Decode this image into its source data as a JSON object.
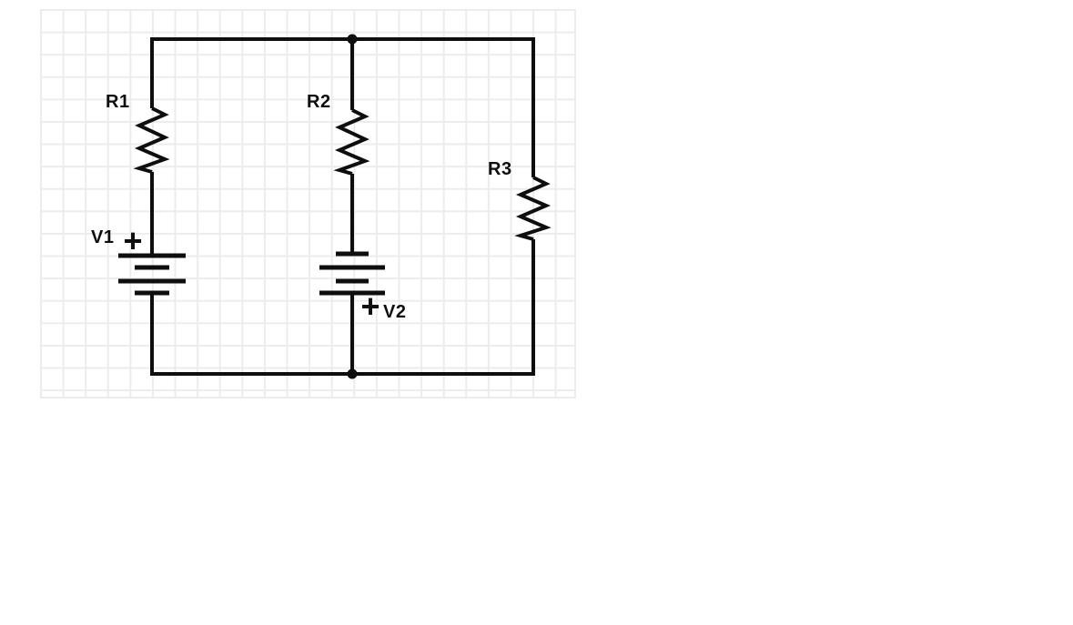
{
  "figure": {
    "kind": "circuit-diagram",
    "background": "grid-paper",
    "colors": {
      "wire": "#0e0e0e",
      "grid_line": "#ececec",
      "label_text": "#0e0e0e",
      "canvas": "#ffffff"
    },
    "components": {
      "resistors": [
        {
          "label": "R1",
          "branch": "left"
        },
        {
          "label": "R2",
          "branch": "middle"
        },
        {
          "label": "R3",
          "branch": "right"
        }
      ],
      "voltage_sources": [
        {
          "label": "V1",
          "polarity_symbol": "+",
          "positive_terminal": "top",
          "branch": "left"
        },
        {
          "label": "V2",
          "polarity_symbol": "+",
          "positive_terminal": "bottom",
          "branch": "middle"
        }
      ],
      "junction_dots": 2
    },
    "topology": "Three parallel branches between a top rail and a bottom rail: R1 in series with battery V1 (left), R2 in series with battery V2 (middle), R3 alone (right); filled junction dots where the middle branch meets each rail."
  }
}
